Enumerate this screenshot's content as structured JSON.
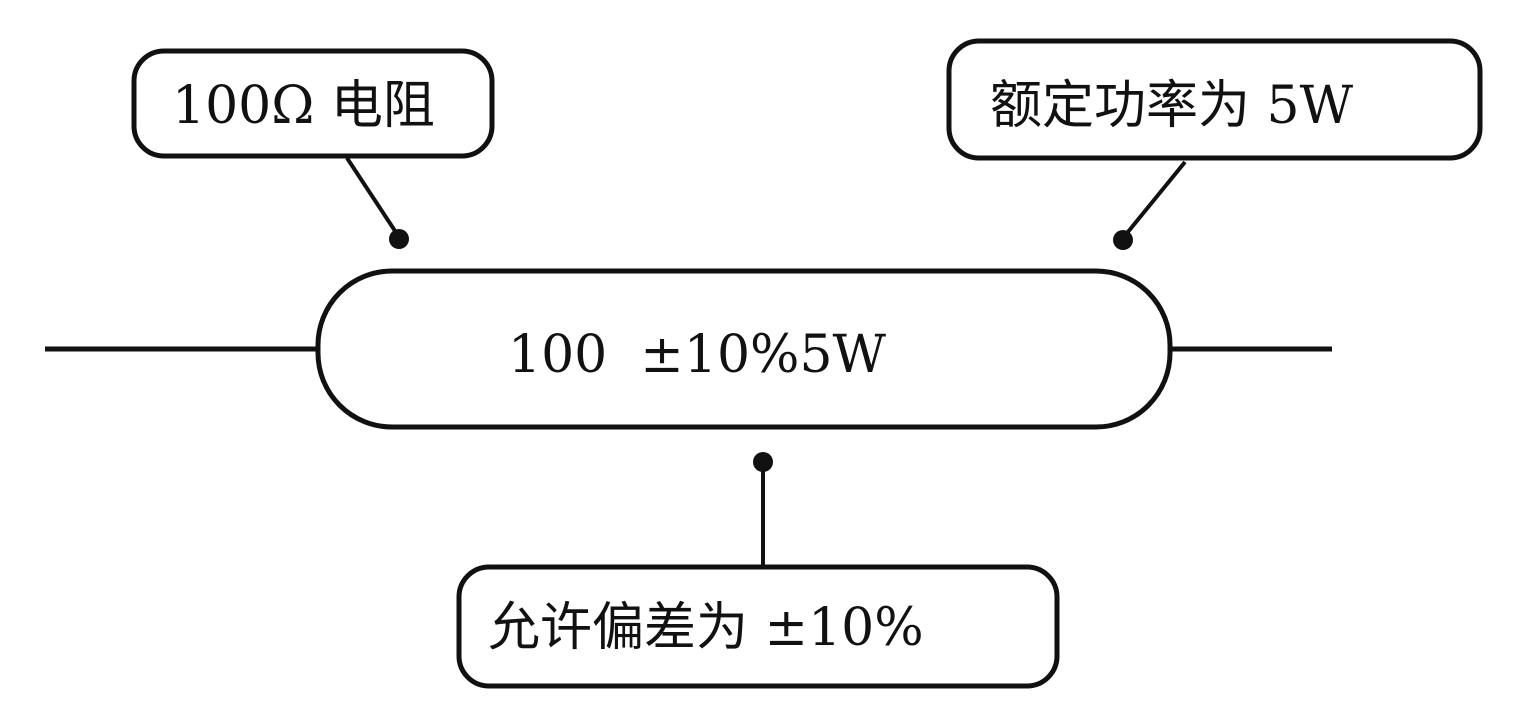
{
  "resistor": {
    "marking": "100  ±10%5W"
  },
  "labels": {
    "resistance": "100Ω 电阻",
    "power": "额定功率为 5W",
    "tolerance": "允许偏差为 ±10%"
  },
  "colors": {
    "line": "#111111",
    "background": "#ffffff"
  }
}
